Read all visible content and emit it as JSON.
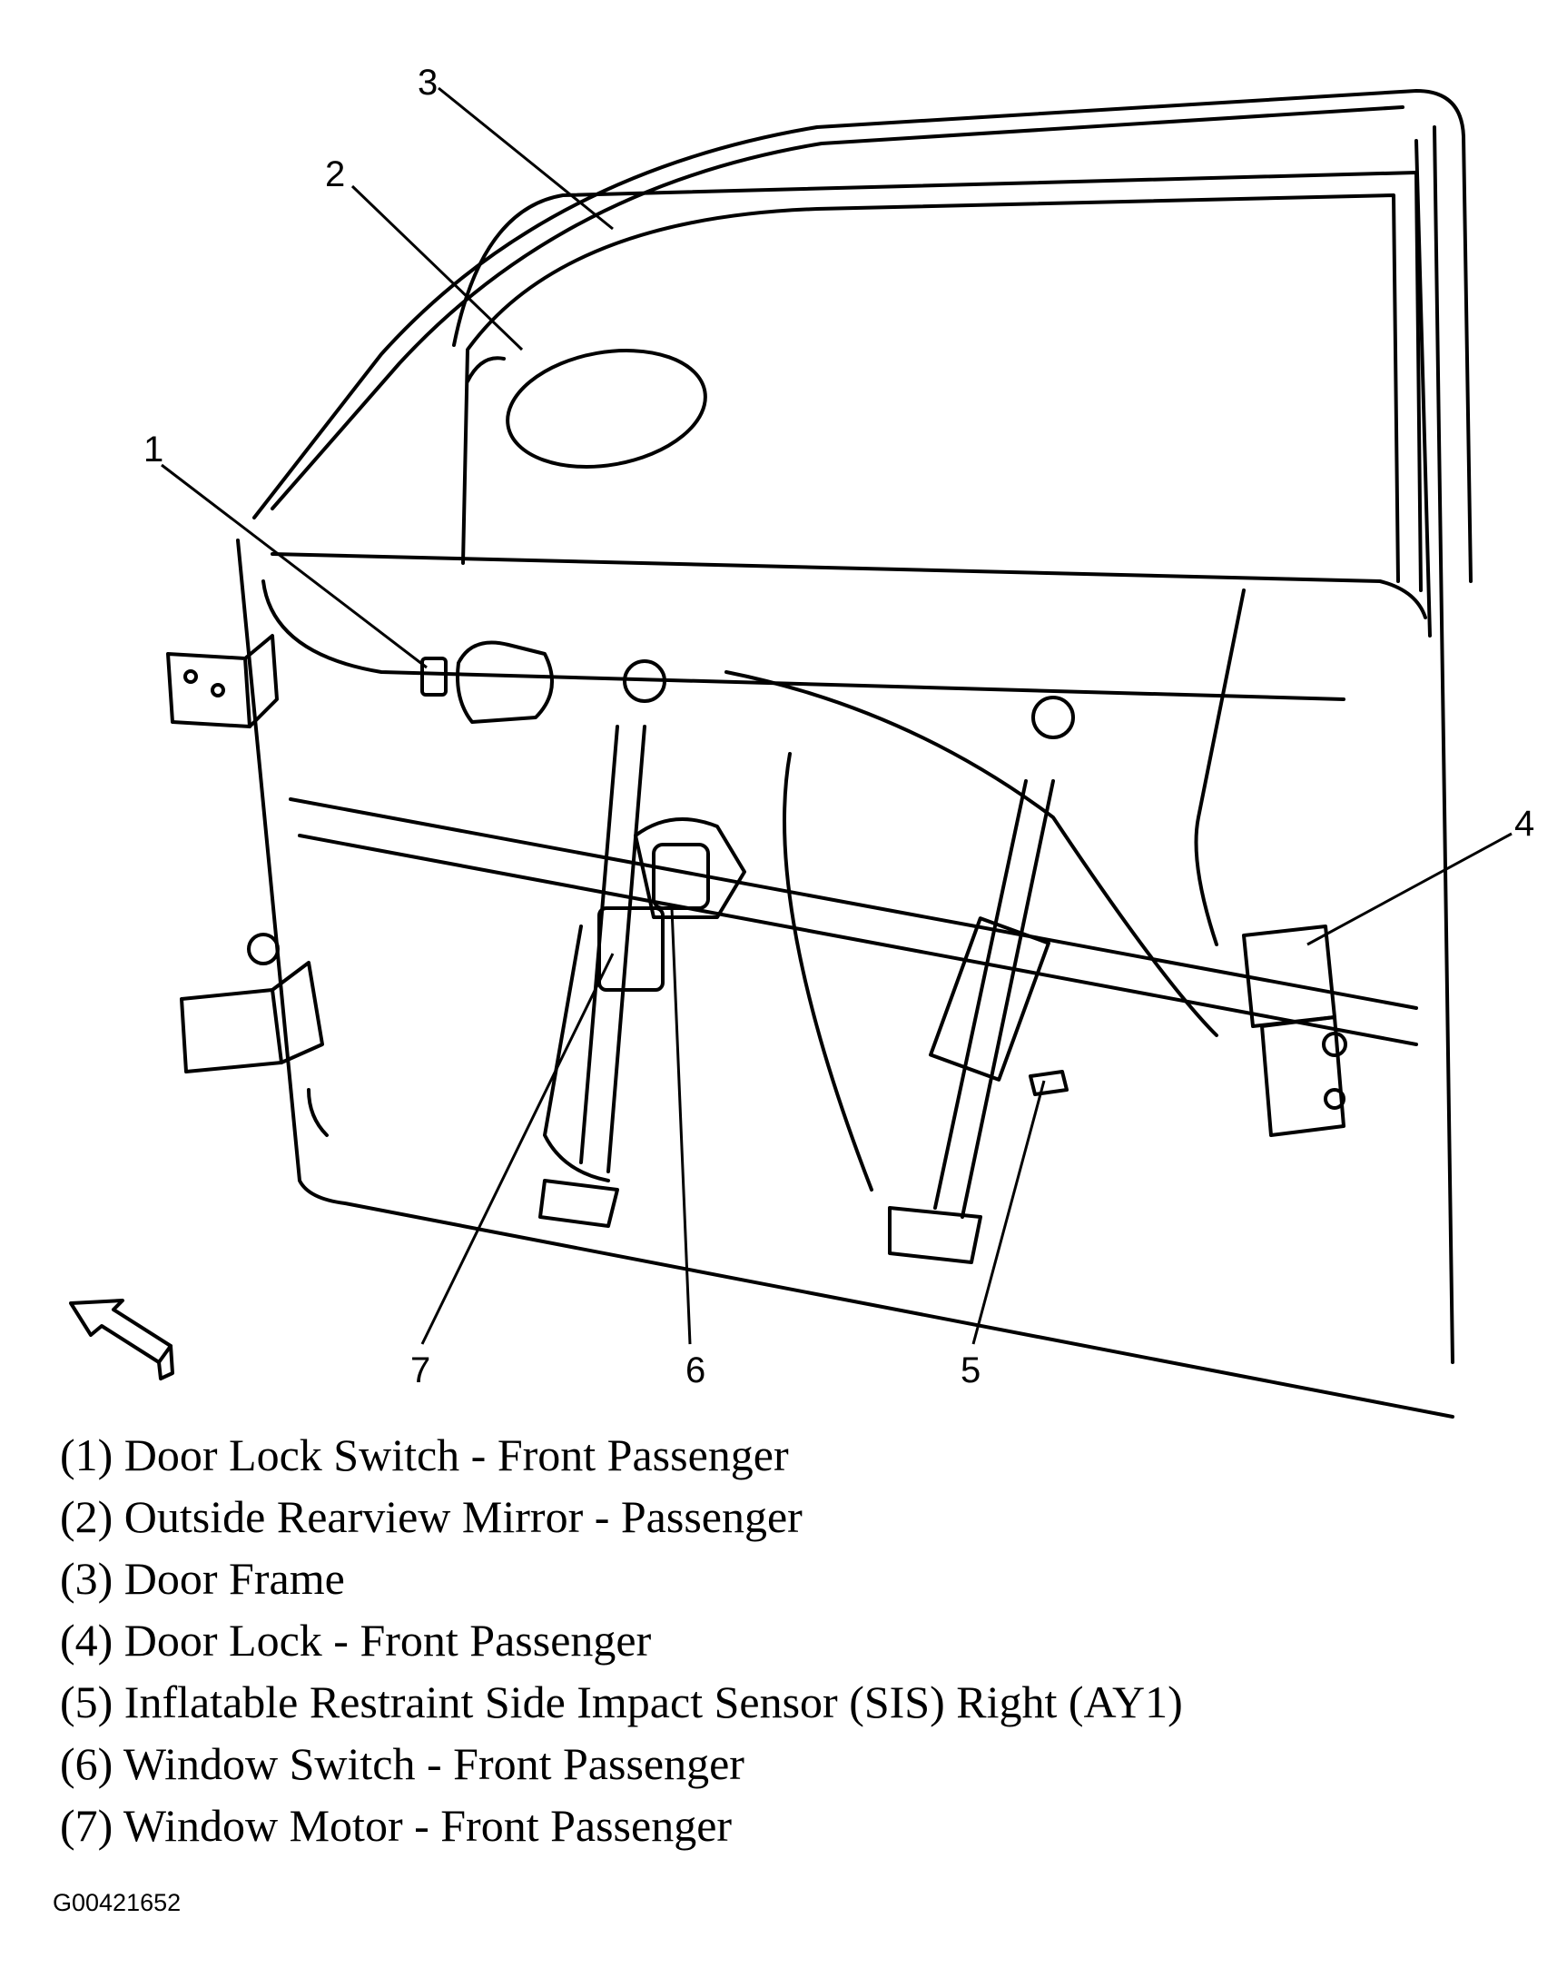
{
  "callouts": [
    {
      "num": "1"
    },
    {
      "num": "2"
    },
    {
      "num": "3"
    },
    {
      "num": "4"
    },
    {
      "num": "5"
    },
    {
      "num": "6"
    },
    {
      "num": "7"
    }
  ],
  "legend": [
    "(1) Door Lock Switch - Front Passenger",
    "(2) Outside Rearview Mirror - Passenger",
    "(3) Door Frame",
    "(4) Door Lock - Front Passenger",
    "(5) Inflatable Restraint Side Impact Sensor (SIS) Right (AY1)",
    "(6) Window Switch - Front Passenger",
    "(7) Window Motor - Front Passenger"
  ],
  "figure_id": "G00421652"
}
